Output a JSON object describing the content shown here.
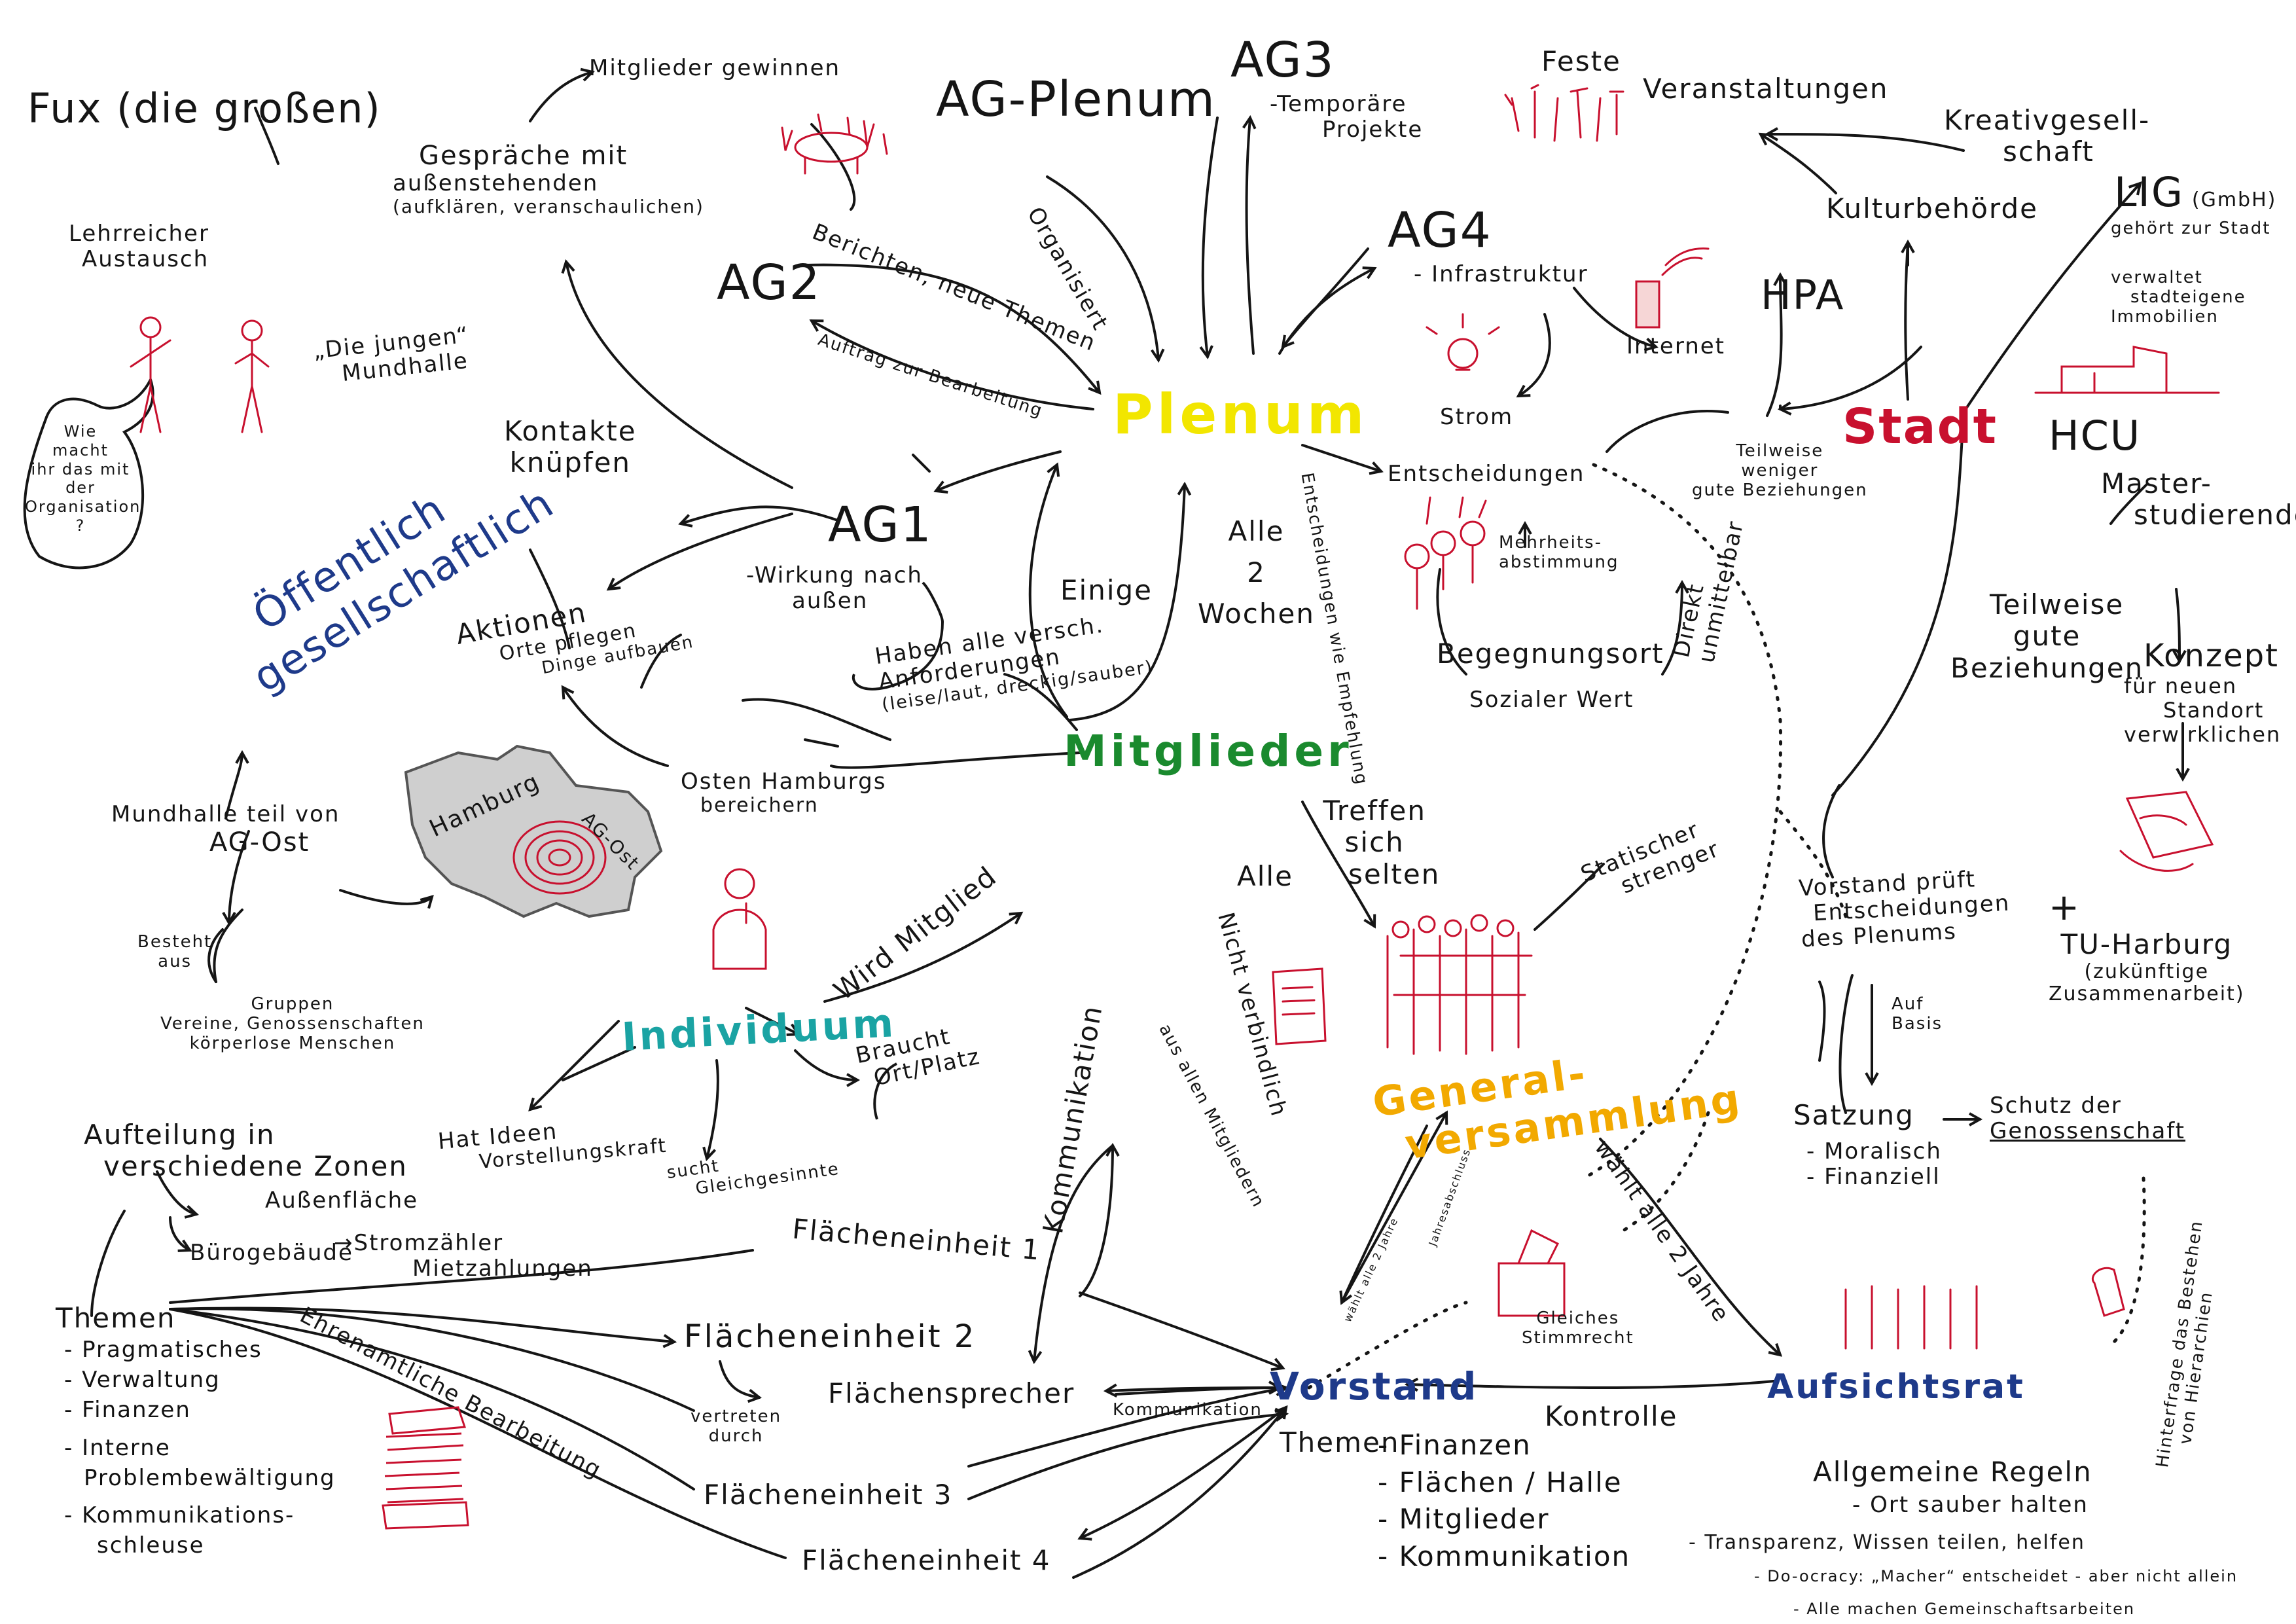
{
  "colors": {
    "plenum": "#f2e600",
    "mitglieder": "#1a8a2e",
    "stadt": "#c8102e",
    "individuum": "#1aa3a3",
    "general": "#f2a900",
    "vorstand": "#1e3a8a",
    "aufsicht": "#1e3a8a",
    "oeffentlich": "#1e3a8a",
    "sketch_red": "#c8102e",
    "ink": "#151515"
  },
  "nodes": {
    "fux": "Fux (die großen)",
    "mitglieder_gewinnen": "Mitglieder gewinnen",
    "gespraeche": [
      "Gespräche mit",
      "außenstehenden",
      "(aufklären, veranschaulichen)"
    ],
    "ag_plenum": "AG-Plenum",
    "ag3": "AG3",
    "ag3_desc": [
      "-Temporäre",
      "Projekte"
    ],
    "feste": "Feste",
    "veranstaltungen": "Veranstaltungen",
    "kreativgesellschaft": [
      "Kreativgesell-",
      "schaft"
    ],
    "lehrreicher": [
      "Lehrreicher",
      "Austausch"
    ],
    "die_jungen": [
      "„Die jungen“",
      "Mundhalle"
    ],
    "berichten": "Berichten, neue Themen",
    "organisiert": "Organisiert",
    "ag2": "AG2",
    "auftrag": "Auftrag zur Bearbeitung",
    "ag4": "AG4",
    "infrastruktur": "- Infrastruktur",
    "internet": "Internet",
    "strom": "Strom",
    "kulturbehoerde": "Kulturbehörde",
    "lig": "LIG",
    "lig_gmbh": "(GmbH)",
    "lig_desc1": "gehört zur Stadt",
    "lig_desc2": [
      "verwaltet",
      "stadteigene",
      "Immobilien"
    ],
    "hpa": "HPA",
    "speech_bubble": [
      "Wie",
      "macht",
      "ihr das mit",
      "der",
      "Organisation",
      "?"
    ],
    "kontakte": [
      "Kontakte",
      "knüpfen"
    ],
    "plenum": "Plenum",
    "entscheidungen": "Entscheidungen",
    "teilweise_weniger": [
      "Teilweise",
      "weniger",
      "gute Beziehungen"
    ],
    "stadt": "Stadt",
    "hcu": "HCU",
    "master": [
      "Master-",
      "studierende"
    ],
    "oeffentlich": [
      "Öffentlich",
      "gesellschaftlich"
    ],
    "ag1": "AG1",
    "ag1_desc": [
      "-Wirkung nach",
      "außen"
    ],
    "alle_2_wochen": [
      "Alle",
      "2",
      "Wochen"
    ],
    "entscheidungen_wie": "Entscheidungen wie Empfehlung",
    "mehrheits": [
      "Mehrheits-",
      "abstimmung"
    ],
    "direkt": [
      "Direkt",
      "unmittelbar"
    ],
    "aktionen": [
      "Aktionen",
      "Orte pflegen",
      "Dinge aufbauen"
    ],
    "einige": "Einige",
    "haben_alle": [
      "Haben alle versch.",
      "Anforderungen",
      "(leise/laut, dreckig/sauber)"
    ],
    "begegnungsort": "Begegnungsort",
    "sozialer_wert": "Sozialer Wert",
    "teilweise_gute": [
      "Teilweise",
      "gute",
      "Beziehungen"
    ],
    "konzept": [
      "Konzept",
      "für neuen",
      "Standort",
      "verwirklichen"
    ],
    "mitglieder": "Mitglieder",
    "osten": [
      "Osten Hamburgs",
      "bereichern"
    ],
    "hamburg": "Hamburg",
    "ag_ost": "AG-Ost",
    "mundhalle_teil": [
      "Mundhalle teil von",
      "AG-Ost"
    ],
    "treffen": [
      "Treffen",
      "sich",
      "selten"
    ],
    "alle": "Alle",
    "statischer": [
      "Statischer",
      "strenger"
    ],
    "vorstand_prueft": [
      "Vorstand prüft",
      "Entscheidungen",
      "des Plenums"
    ],
    "besteht": [
      "Besteht",
      "aus"
    ],
    "gruppen": [
      "Gruppen",
      "Vereine, Genossenschaften",
      "körperlose Menschen"
    ],
    "wird_mitglied": "Wird Mitglied",
    "nicht_verbindlich": "Nicht verbindlich",
    "tu_harburg": [
      "+",
      "TU-Harburg",
      "(zukünftige",
      "Zusammenarbeit)"
    ],
    "auf_basis": [
      "Auf",
      "Basis"
    ],
    "individuum": "Individuum",
    "braucht": [
      "Braucht",
      "Ort/Platz"
    ],
    "general": [
      "General-",
      "versammlung"
    ],
    "hat_ideen": [
      "Hat Ideen",
      "Vorstellungskraft"
    ],
    "sucht": [
      "sucht",
      "Gleichgesinnte"
    ],
    "satzung": "Satzung",
    "satzung_items": [
      "- Moralisch",
      "- Finanziell"
    ],
    "schutz": [
      "Schutz der",
      "Genossenschaft"
    ],
    "aufteilung": [
      "Aufteilung in",
      "verschiedene Zonen"
    ],
    "aussenflaeche": "Außenfläche",
    "buerogebaeude": "Bürogebäude",
    "stromzaehler": [
      "→Stromzähler",
      "Mietzahlungen"
    ],
    "kommunikation_v": "Kommunikation",
    "aus_allen": "aus allen Mitgliedern",
    "waehlt_alle_2_jahre": "wählt alle 2 Jahre",
    "jahresabschluss": "Jahresabschluss",
    "waehlt_alle_2_jahre_small": "wählt alle 2 Jahre",
    "gleiches": [
      "Gleiches",
      "Stimmrecht"
    ],
    "hinterfrage": [
      "Hinterfrage das Bestehen",
      "von Hierarchien"
    ],
    "flaecheneinheit1": "Flächeneinheit 1",
    "flaecheneinheit2": "Flächeneinheit 2",
    "flaecheneinheit3": "Flächeneinheit 3",
    "flaecheneinheit4": "Flächeneinheit 4",
    "flaechensprecher": "Flächensprecher",
    "vertreten": [
      "vertreten",
      "durch"
    ],
    "kommunikation_h": "Kommunikation",
    "vorstand": "Vorstand",
    "kontrolle": "Kontrolle",
    "aufsichtsrat": "Aufsichtsrat",
    "themen_left": "Themen",
    "themen_left_items": [
      "- Pragmatisches",
      "- Verwaltung",
      "- Finanzen",
      "- Interne",
      "Problembewältigung",
      "- Kommunikations-",
      "schleuse"
    ],
    "ehrenamtliche": "Ehrenamtliche Bearbeitung",
    "vorstand_themen": "Themen",
    "vorstand_themen_items": [
      "- Finanzen",
      "- Flächen / Halle",
      "- Mitglieder",
      "- Kommunikation"
    ],
    "allgemeine": "Allgemeine Regeln",
    "regeln_items": [
      "- Ort sauber halten",
      "- Transparenz, Wissen teilen, helfen",
      "- Do-ocracy: „Macher“ entscheidet - aber nicht allein",
      "- Alle machen Gemeinschaftsarbeiten"
    ]
  },
  "icons": [
    "meeting-table-icon",
    "crowd-celebrating-icon",
    "wifi-router-icon",
    "lightbulb-icon",
    "building-icon",
    "people-talking-icon",
    "people-voting-icon",
    "thinking-person-icon",
    "hamburg-map-icon",
    "contract-document-icon",
    "crowd-icon",
    "ballot-box-icon",
    "raised-fist-icon",
    "group-icon",
    "handshake-document-icon",
    "paper-stack-icon"
  ]
}
